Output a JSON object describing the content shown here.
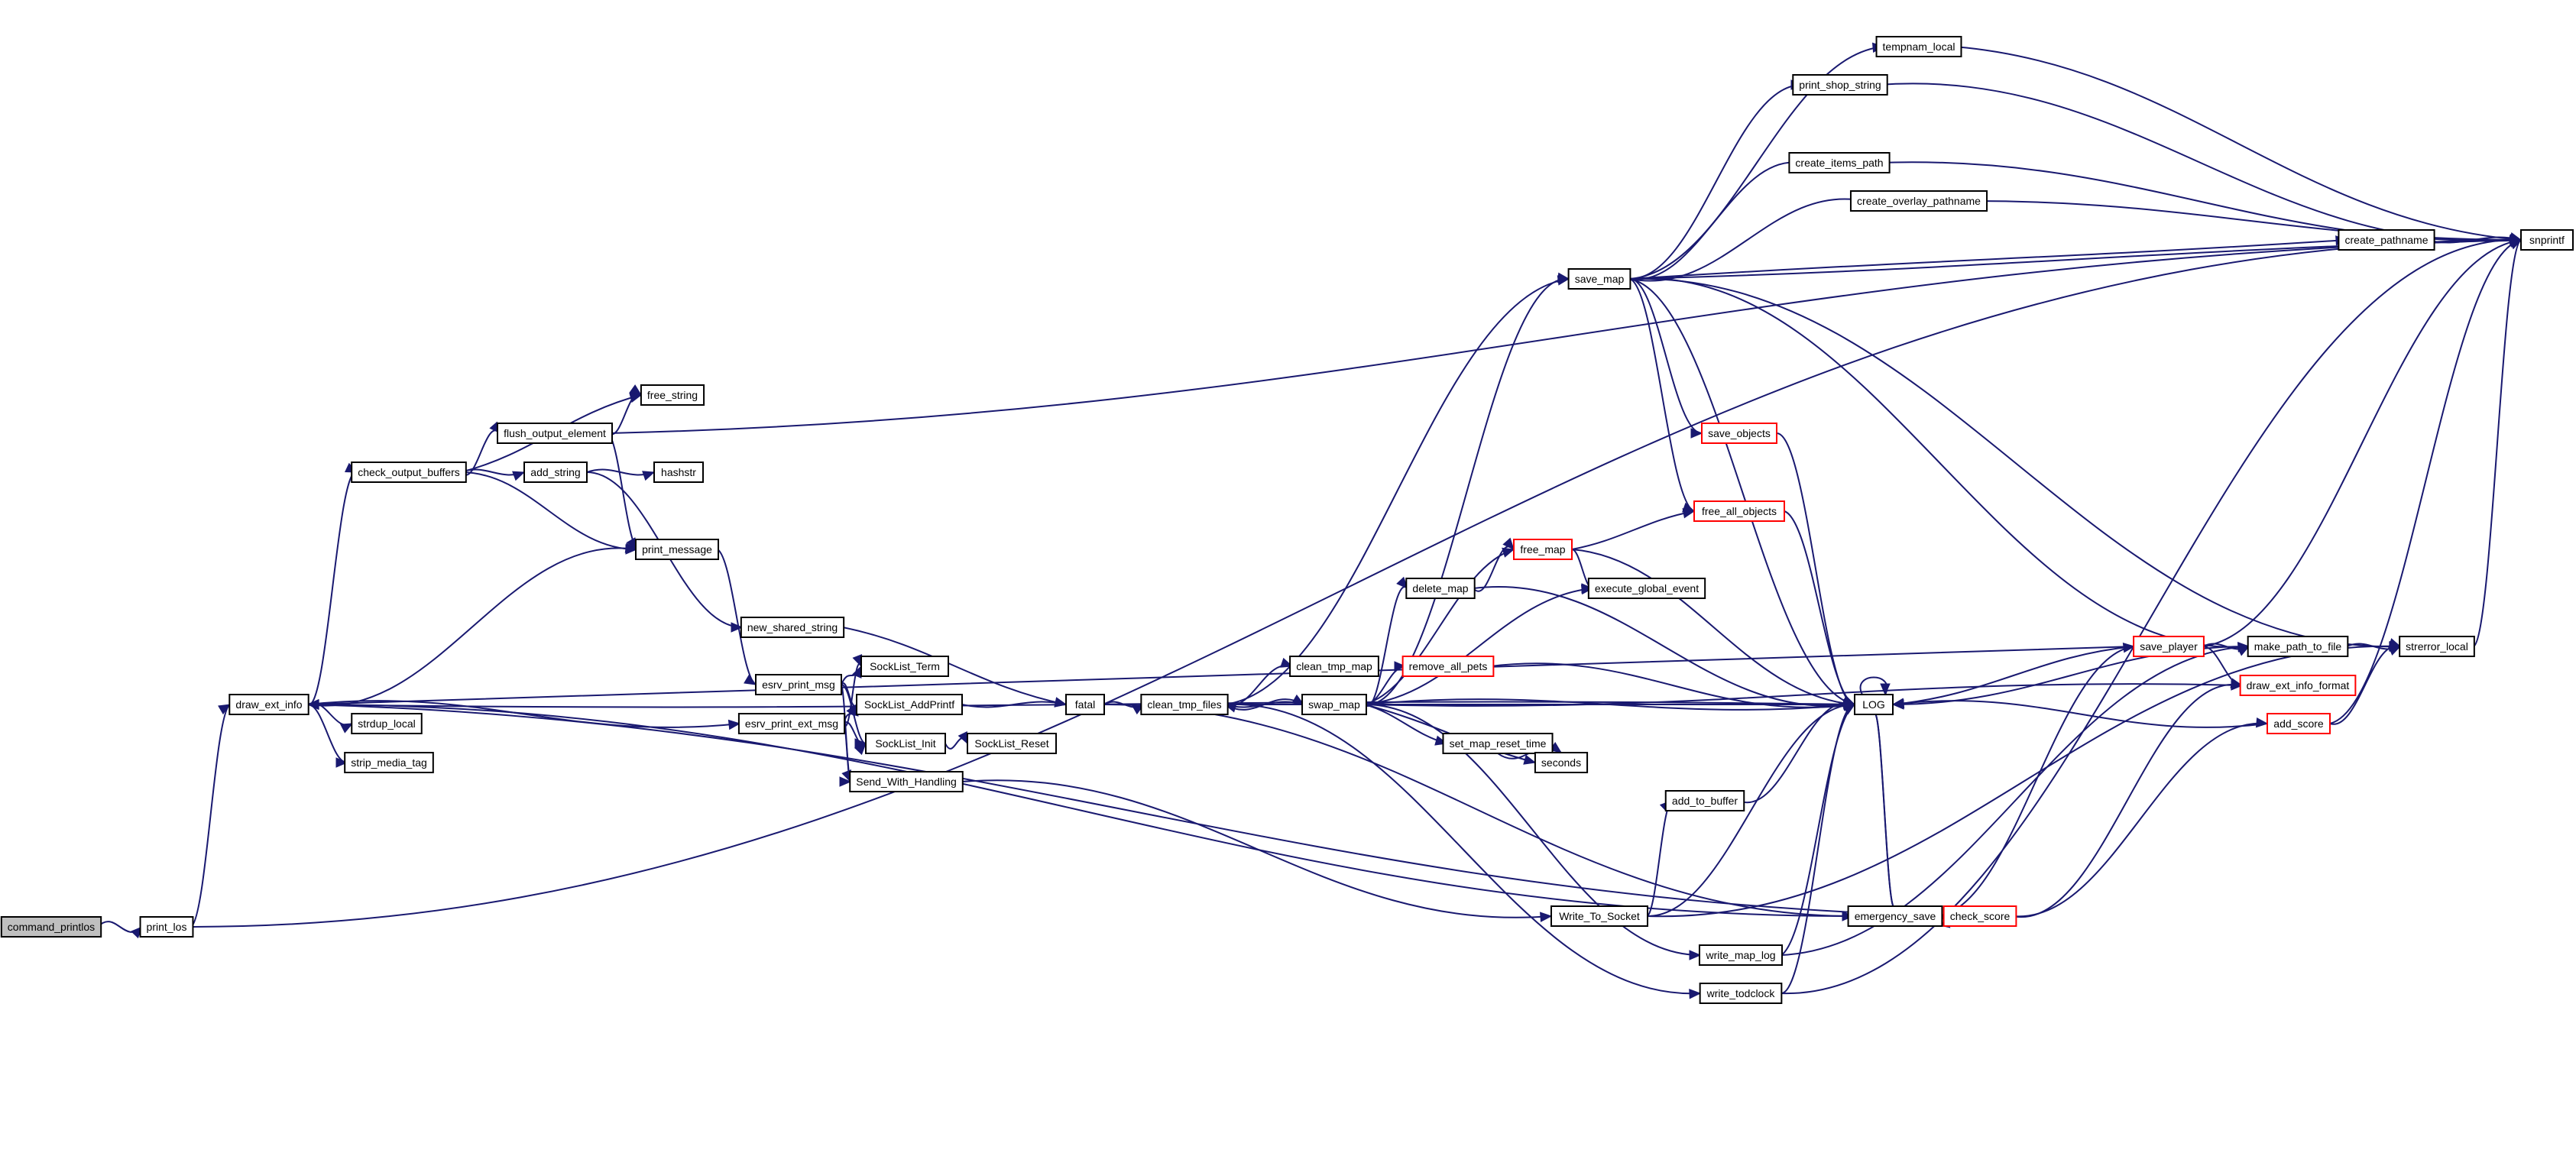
{
  "title": "Call graph of command_printlos",
  "colors": {
    "edge": "#191970",
    "root_fill": "#bfbfbf",
    "truncated_border": "#ff0000",
    "node_border": "#000000"
  },
  "nodes": [
    {
      "id": "command_printlos",
      "label": "command_printlos",
      "root": true
    },
    {
      "id": "print_los",
      "label": "print_los"
    },
    {
      "id": "draw_ext_info",
      "label": "draw_ext_info"
    },
    {
      "id": "check_output_buffers",
      "label": "check_output_buffers"
    },
    {
      "id": "flush_output_element",
      "label": "flush_output_element"
    },
    {
      "id": "free_string",
      "label": "free_string"
    },
    {
      "id": "add_string",
      "label": "add_string"
    },
    {
      "id": "hashstr",
      "label": "hashstr"
    },
    {
      "id": "print_message",
      "label": "print_message"
    },
    {
      "id": "new_shared_string",
      "label": "new_shared_string"
    },
    {
      "id": "esrv_print_msg",
      "label": "esrv_print_msg"
    },
    {
      "id": "esrv_print_ext_msg",
      "label": "esrv_print_ext_msg"
    },
    {
      "id": "strdup_local",
      "label": "strdup_local"
    },
    {
      "id": "strip_media_tag",
      "label": "strip_media_tag"
    },
    {
      "id": "SockList_Term",
      "label": "SockList_Term"
    },
    {
      "id": "SockList_AddPrintf",
      "label": "SockList_AddPrintf"
    },
    {
      "id": "SockList_Init",
      "label": "SockList_Init"
    },
    {
      "id": "SockList_Reset",
      "label": "SockList_Reset"
    },
    {
      "id": "Send_With_Handling",
      "label": "Send_With_Handling"
    },
    {
      "id": "fatal",
      "label": "fatal"
    },
    {
      "id": "clean_tmp_files",
      "label": "clean_tmp_files"
    },
    {
      "id": "clean_tmp_map",
      "label": "clean_tmp_map"
    },
    {
      "id": "swap_map",
      "label": "swap_map"
    },
    {
      "id": "save_map",
      "label": "save_map"
    },
    {
      "id": "delete_map",
      "label": "delete_map"
    },
    {
      "id": "free_map",
      "label": "free_map",
      "truncated": true
    },
    {
      "id": "free_all_objects",
      "label": "free_all_objects",
      "truncated": true
    },
    {
      "id": "save_objects",
      "label": "save_objects",
      "truncated": true
    },
    {
      "id": "execute_global_event",
      "label": "execute_global_event"
    },
    {
      "id": "remove_all_pets",
      "label": "remove_all_pets",
      "truncated": true
    },
    {
      "id": "set_map_reset_time",
      "label": "set_map_reset_time"
    },
    {
      "id": "seconds",
      "label": "seconds"
    },
    {
      "id": "LOG",
      "label": "LOG"
    },
    {
      "id": "add_to_buffer",
      "label": "add_to_buffer"
    },
    {
      "id": "Write_To_Socket",
      "label": "Write_To_Socket"
    },
    {
      "id": "write_map_log",
      "label": "write_map_log"
    },
    {
      "id": "write_todclock",
      "label": "write_todclock"
    },
    {
      "id": "emergency_save",
      "label": "emergency_save"
    },
    {
      "id": "check_score",
      "label": "check_score",
      "truncated": true
    },
    {
      "id": "save_player",
      "label": "save_player",
      "truncated": true
    },
    {
      "id": "make_path_to_file",
      "label": "make_path_to_file"
    },
    {
      "id": "draw_ext_info_format",
      "label": "draw_ext_info_format",
      "truncated": true
    },
    {
      "id": "add_score",
      "label": "add_score",
      "truncated": true
    },
    {
      "id": "strerror_local",
      "label": "strerror_local"
    },
    {
      "id": "tempnam_local",
      "label": "tempnam_local"
    },
    {
      "id": "print_shop_string",
      "label": "print_shop_string"
    },
    {
      "id": "create_items_path",
      "label": "create_items_path"
    },
    {
      "id": "create_overlay_pathname",
      "label": "create_overlay_pathname"
    },
    {
      "id": "create_pathname",
      "label": "create_pathname"
    },
    {
      "id": "snprintf",
      "label": "snprintf"
    }
  ],
  "edges": [
    [
      "command_printlos",
      "print_los"
    ],
    [
      "print_los",
      "draw_ext_info"
    ],
    [
      "print_los",
      "snprintf"
    ],
    [
      "draw_ext_info",
      "check_output_buffers"
    ],
    [
      "draw_ext_info",
      "print_message"
    ],
    [
      "draw_ext_info",
      "esrv_print_ext_msg"
    ],
    [
      "draw_ext_info",
      "strdup_local"
    ],
    [
      "draw_ext_info",
      "strip_media_tag"
    ],
    [
      "draw_ext_info",
      "LOG"
    ],
    [
      "check_output_buffers",
      "flush_output_element"
    ],
    [
      "check_output_buffers",
      "free_string"
    ],
    [
      "check_output_buffers",
      "add_string"
    ],
    [
      "check_output_buffers",
      "print_message"
    ],
    [
      "flush_output_element",
      "free_string"
    ],
    [
      "flush_output_element",
      "print_message"
    ],
    [
      "flush_output_element",
      "snprintf"
    ],
    [
      "add_string",
      "hashstr"
    ],
    [
      "add_string",
      "new_shared_string"
    ],
    [
      "print_message",
      "esrv_print_msg"
    ],
    [
      "new_shared_string",
      "fatal"
    ],
    [
      "esrv_print_msg",
      "SockList_Term"
    ],
    [
      "esrv_print_msg",
      "SockList_AddPrintf"
    ],
    [
      "esrv_print_msg",
      "SockList_Init"
    ],
    [
      "esrv_print_msg",
      "Send_With_Handling"
    ],
    [
      "esrv_print_ext_msg",
      "SockList_Term"
    ],
    [
      "esrv_print_ext_msg",
      "SockList_AddPrintf"
    ],
    [
      "esrv_print_ext_msg",
      "SockList_Init"
    ],
    [
      "esrv_print_ext_msg",
      "Send_With_Handling"
    ],
    [
      "SockList_AddPrintf",
      "fatal"
    ],
    [
      "SockList_Init",
      "SockList_Reset"
    ],
    [
      "Send_With_Handling",
      "Write_To_Socket"
    ],
    [
      "fatal",
      "clean_tmp_files"
    ],
    [
      "fatal",
      "emergency_save"
    ],
    [
      "clean_tmp_files",
      "clean_tmp_map"
    ],
    [
      "clean_tmp_files",
      "swap_map"
    ],
    [
      "clean_tmp_files",
      "save_map"
    ],
    [
      "clean_tmp_files",
      "write_todclock"
    ],
    [
      "clean_tmp_files",
      "LOG"
    ],
    [
      "swap_map",
      "save_map"
    ],
    [
      "swap_map",
      "delete_map"
    ],
    [
      "swap_map",
      "free_map"
    ],
    [
      "swap_map",
      "execute_global_event"
    ],
    [
      "swap_map",
      "remove_all_pets"
    ],
    [
      "swap_map",
      "set_map_reset_time"
    ],
    [
      "swap_map",
      "seconds"
    ],
    [
      "swap_map",
      "LOG"
    ],
    [
      "swap_map",
      "clean_tmp_files"
    ],
    [
      "swap_map",
      "write_map_log"
    ],
    [
      "swap_map",
      "draw_ext_info_format"
    ],
    [
      "delete_map",
      "free_map"
    ],
    [
      "delete_map",
      "LOG"
    ],
    [
      "free_map",
      "free_all_objects"
    ],
    [
      "free_map",
      "execute_global_event"
    ],
    [
      "free_map",
      "LOG"
    ],
    [
      "set_map_reset_time",
      "seconds"
    ],
    [
      "remove_all_pets",
      "LOG"
    ],
    [
      "save_map",
      "tempnam_local"
    ],
    [
      "save_map",
      "print_shop_string"
    ],
    [
      "save_map",
      "create_items_path"
    ],
    [
      "save_map",
      "create_overlay_pathname"
    ],
    [
      "save_map",
      "create_pathname"
    ],
    [
      "save_map",
      "snprintf"
    ],
    [
      "save_map",
      "save_objects"
    ],
    [
      "save_map",
      "free_all_objects"
    ],
    [
      "save_map",
      "LOG"
    ],
    [
      "save_map",
      "make_path_to_file"
    ],
    [
      "save_map",
      "strerror_local"
    ],
    [
      "save_objects",
      "LOG"
    ],
    [
      "free_all_objects",
      "LOG"
    ],
    [
      "tempnam_local",
      "snprintf"
    ],
    [
      "print_shop_string",
      "snprintf"
    ],
    [
      "create_items_path",
      "snprintf"
    ],
    [
      "create_overlay_pathname",
      "snprintf"
    ],
    [
      "create_pathname",
      "snprintf"
    ],
    [
      "LOG",
      "LOG"
    ],
    [
      "LOG",
      "emergency_save"
    ],
    [
      "Write_To_Socket",
      "add_to_buffer"
    ],
    [
      "Write_To_Socket",
      "LOG"
    ],
    [
      "Write_To_Socket",
      "strerror_local"
    ],
    [
      "add_to_buffer",
      "LOG"
    ],
    [
      "write_map_log",
      "LOG"
    ],
    [
      "write_map_log",
      "make_path_to_file"
    ],
    [
      "write_todclock",
      "LOG"
    ],
    [
      "write_todclock",
      "snprintf"
    ],
    [
      "emergency_save",
      "LOG"
    ],
    [
      "emergency_save",
      "check_score"
    ],
    [
      "emergency_save",
      "save_player"
    ],
    [
      "emergency_save",
      "draw_ext_info"
    ],
    [
      "check_score",
      "add_score"
    ],
    [
      "check_score",
      "draw_ext_info_format"
    ],
    [
      "check_score",
      "draw_ext_info"
    ],
    [
      "save_player",
      "make_path_to_file"
    ],
    [
      "save_player",
      "draw_ext_info_format"
    ],
    [
      "save_player",
      "LOG"
    ],
    [
      "save_player",
      "draw_ext_info"
    ],
    [
      "save_player",
      "snprintf"
    ],
    [
      "make_path_to_file",
      "strerror_local"
    ],
    [
      "make_path_to_file",
      "LOG"
    ],
    [
      "add_score",
      "strerror_local"
    ],
    [
      "add_score",
      "LOG"
    ],
    [
      "add_score",
      "snprintf"
    ],
    [
      "strerror_local",
      "snprintf"
    ]
  ]
}
